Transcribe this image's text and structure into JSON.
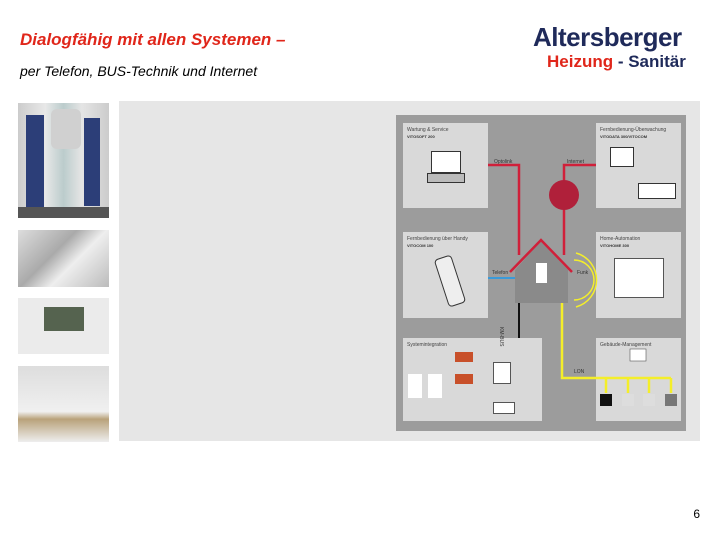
{
  "header": {
    "title": "Dialogfähig mit allen Systemen –",
    "subtitle": "per Telefon, BUS-Technik und Internet"
  },
  "logo": {
    "name": "Altersberger",
    "line2_red": "Heizung",
    "line2_rest": " - Sanitär"
  },
  "diagram": {
    "panels": [
      {
        "title": "Wartung & Service",
        "product": "VITOSOFT 200"
      },
      {
        "title": "Fernbedienung-Überwachung",
        "product": "VITODATA 300/VITOCOM"
      },
      {
        "title": "Fernbedienung über Handy",
        "product": "VITOCOM 100"
      },
      {
        "title": "Home-Automation",
        "product": "VITOHOME 300"
      },
      {
        "title": "Systemintegration",
        "product": ""
      },
      {
        "title": "Gebäude-Management",
        "product": ""
      }
    ],
    "links": {
      "optolink": "Optolink",
      "internet": "Internet",
      "telefon": "Telefon",
      "funk": "Funk",
      "kmbus": "KM-BUS",
      "lon": "LON"
    },
    "colors": {
      "red": "#d0203a",
      "yellow": "#f4ee2a",
      "blue": "#3a9ad9",
      "black": "#111111"
    }
  },
  "footer": {
    "page": "6"
  }
}
